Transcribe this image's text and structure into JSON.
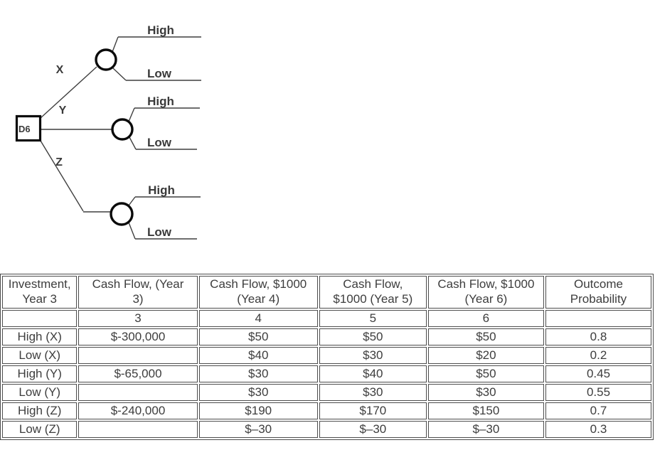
{
  "tree": {
    "decision_node_label": "D6",
    "branch_x": {
      "label": "X",
      "high": "High",
      "low": "Low"
    },
    "branch_y": {
      "label": "Y",
      "high": "High",
      "low": "Low"
    },
    "branch_z": {
      "label": "Z",
      "high": "High",
      "low": "Low"
    }
  },
  "table": {
    "headers": [
      "Investment,\nYear 3",
      "Cash Flow, (Year\n3)",
      "Cash Flow, $1000\n(Year 4)",
      "Cash Flow,\n$1000 (Year 5)",
      "Cash Flow, $1000\n(Year 6)",
      "Outcome\nProbability"
    ],
    "year_row": [
      "",
      "3",
      "4",
      "5",
      "6",
      ""
    ],
    "rows": [
      {
        "investment": "High (X)",
        "cf_year3": "$-300,000",
        "cf_year4": "$50",
        "cf_year5": "$50",
        "cf_year6": "$50",
        "probability": "0.8"
      },
      {
        "investment": "Low (X)",
        "cf_year3": "",
        "cf_year4": "$40",
        "cf_year5": "$30",
        "cf_year6": "$20",
        "probability": "0.2"
      },
      {
        "investment": "High (Y)",
        "cf_year3": "$-65,000",
        "cf_year4": "$30",
        "cf_year5": "$40",
        "cf_year6": "$50",
        "probability": "0.45"
      },
      {
        "investment": "Low (Y)",
        "cf_year3": "",
        "cf_year4": "$30",
        "cf_year5": "$30",
        "cf_year6": "$30",
        "probability": "0.55"
      },
      {
        "investment": "High (Z)",
        "cf_year3": "$-240,000",
        "cf_year4": "$190",
        "cf_year5": "$170",
        "cf_year6": "$150",
        "probability": "0.7"
      },
      {
        "investment": "Low (Z)",
        "cf_year3": "",
        "cf_year4": "$–30",
        "cf_year5": "$–30",
        "cf_year6": "$–30",
        "probability": "0.3"
      }
    ]
  }
}
